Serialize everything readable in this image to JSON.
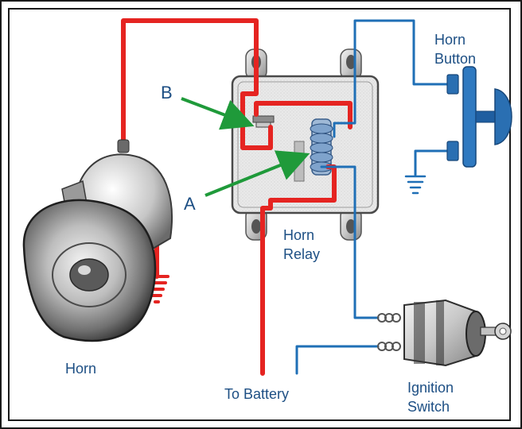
{
  "diagram": {
    "labels": {
      "b": "B",
      "a": "A",
      "horn_button": [
        "Horn",
        "Button"
      ],
      "horn_relay": [
        "Horn",
        "Relay"
      ],
      "horn": "Horn",
      "to_battery": "To Battery",
      "ignition_switch": [
        "Ignition",
        "Switch"
      ]
    },
    "colors": {
      "wire_red": "#e52421",
      "wire_blue": "#1f6fb6",
      "arrow_green": "#1f9a3a",
      "label_blue": "#1d4f84",
      "label_black": "#1a1a1a",
      "metal": "#9c9c9c",
      "button_blue": "#2a6fb2"
    },
    "icons": [
      "horn-icon",
      "relay-icon",
      "horn-button-icon",
      "ignition-switch-icon",
      "ground-icon"
    ]
  }
}
